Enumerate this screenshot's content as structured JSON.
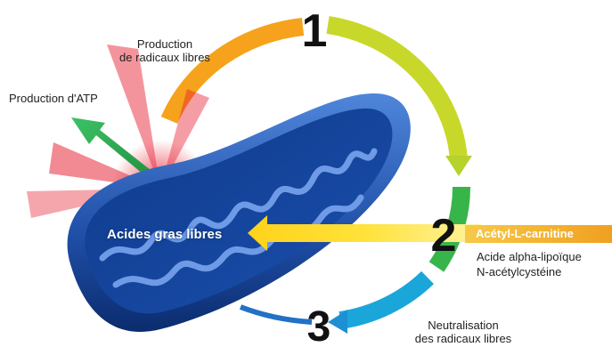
{
  "labels": {
    "production_radicaux": [
      "Production",
      "de radicaux libres"
    ],
    "production_atp": "Production d'ATP",
    "acides_gras": "Acides gras libres",
    "neutralisation": [
      "Neutralisation",
      "des radicaux libres"
    ],
    "nutrients": {
      "acetyl": "Acétyl-L-carnitine",
      "alpha": "Acide alpha-lipoïque",
      "nac": "N-acétylcystéine"
    }
  },
  "steps": [
    "1",
    "2",
    "3"
  ],
  "colors": {
    "mito_dark": "#0b2c6e",
    "mito_light": "#2e64c2",
    "cycle": [
      "#ffd200",
      "#a9cf2c",
      "#35b24a",
      "#1aa6d9",
      "#2271c7",
      "#f28a1e"
    ],
    "atp_arrow": "#2fa84f",
    "burst": "#e5192b",
    "yellow_arrow": "#ffe23a",
    "banner": "#f0a020"
  }
}
